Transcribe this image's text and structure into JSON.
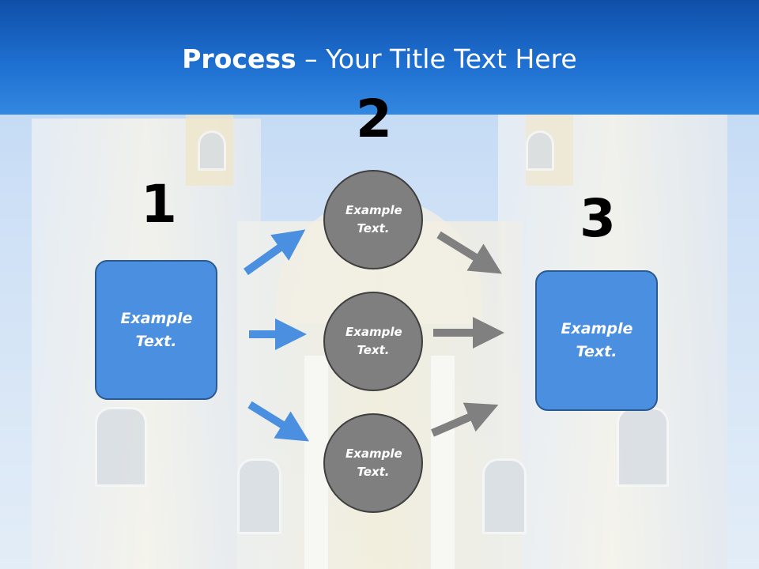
{
  "slide": {
    "title_bold": "Process",
    "title_rest": " – Your Title Text Here"
  },
  "steps": {
    "n1": "1",
    "n2": "2",
    "n3": "3"
  },
  "nodes": {
    "left_box": "Example Text.",
    "right_box": "Example Text.",
    "circle_top": "Example Text.",
    "circle_middle": "Example Text.",
    "circle_bottom": "Example Text."
  },
  "colors": {
    "header": "#1e6fd0",
    "box_fill": "#4a8fe0",
    "circle_fill": "#7f7f7f",
    "blue_arrow": "#4a8fe0",
    "gray_arrow": "#7f7f7f"
  }
}
